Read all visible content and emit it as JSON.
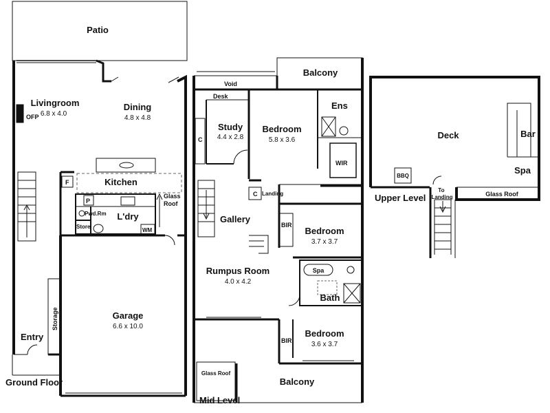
{
  "levels": {
    "ground": "Ground Floor",
    "mid": "Mid Level",
    "upper": "Upper Level"
  },
  "rooms": {
    "patio": "Patio",
    "livingroom": {
      "name": "Livingroom",
      "dims": "6.8 x 4.0"
    },
    "dining": {
      "name": "Dining",
      "dims": "4.8 x 4.8"
    },
    "ofp": "OFP",
    "kitchen": "Kitchen",
    "fridge": "F",
    "pantry": "P",
    "powder_room": "Pwd.Rm",
    "store": "Store",
    "laundry": "L'dry",
    "washing_machine": "WM",
    "glass_roof_ground": "Glass Roof",
    "garage": {
      "name": "Garage",
      "dims": "6.6 x 10.0"
    },
    "storage": "Storage",
    "entry": "Entry",
    "void": "Void",
    "balcony_top": "Balcony",
    "desk": "Desk",
    "study": {
      "name": "Study",
      "dims": "4.4 x 2.8"
    },
    "cupboard_study": "C",
    "bedroom_main": {
      "name": "Bedroom",
      "dims": "5.8 x 3.6"
    },
    "ensuite": "Ens",
    "wir": "WIR",
    "landing_cupboard": "C",
    "landing": "Landing",
    "gallery": "Gallery",
    "bir_1": "BIR",
    "bedroom_2": {
      "name": "Bedroom",
      "dims": "3.7 x 3.7"
    },
    "rumpus": {
      "name": "Rumpus Room",
      "dims": "4.0 x 4.2"
    },
    "spa_bath": "Spa",
    "bath": "Bath",
    "bir_2": "BIR",
    "bedroom_3": {
      "name": "Bedroom",
      "dims": "3.6 x 3.7"
    },
    "glass_roof_mid": "Glass Roof",
    "balcony_bottom": "Balcony",
    "deck": "Deck",
    "bar": "Bar",
    "spa_deck": "Spa",
    "bbq": "BBQ",
    "to_landing": "To Landing",
    "glass_roof_upper": "Glass Roof"
  },
  "colors": {
    "wall": "#111111",
    "line": "#333333",
    "dashed": "#666666",
    "background": "#ffffff"
  }
}
